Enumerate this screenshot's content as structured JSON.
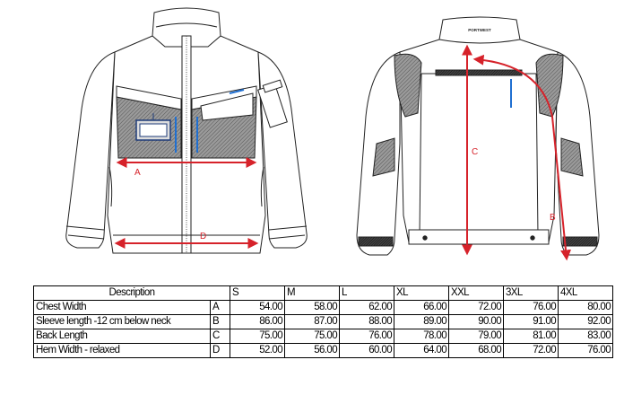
{
  "front": {
    "labels": {
      "a": "A",
      "d": "D"
    }
  },
  "back": {
    "brand": "PORTWEST",
    "labels": {
      "c": "C",
      "b": "B"
    }
  },
  "colors": {
    "measure": "#d6222a",
    "accent": "#1f6fd1",
    "line": "#222222"
  },
  "table": {
    "header": {
      "description": "Description",
      "sizes": [
        "S",
        "M",
        "L",
        "XL",
        "XXL",
        "3XL",
        "4XL"
      ]
    },
    "rows": [
      {
        "label": "Chest Width",
        "code": "A",
        "values": [
          "54.00",
          "58.00",
          "62.00",
          "66.00",
          "72.00",
          "76.00",
          "80.00"
        ]
      },
      {
        "label": "Sleeve length -12 cm below neck",
        "code": "B",
        "values": [
          "86.00",
          "87.00",
          "88.00",
          "89.00",
          "90.00",
          "91.00",
          "92.00"
        ]
      },
      {
        "label": "Back Length",
        "code": "C",
        "values": [
          "75.00",
          "75.00",
          "76.00",
          "78.00",
          "79.00",
          "81.00",
          "83.00"
        ]
      },
      {
        "label": "Hem Width - relaxed",
        "code": "D",
        "values": [
          "52.00",
          "56.00",
          "60.00",
          "64.00",
          "68.00",
          "72.00",
          "76.00"
        ]
      }
    ]
  }
}
